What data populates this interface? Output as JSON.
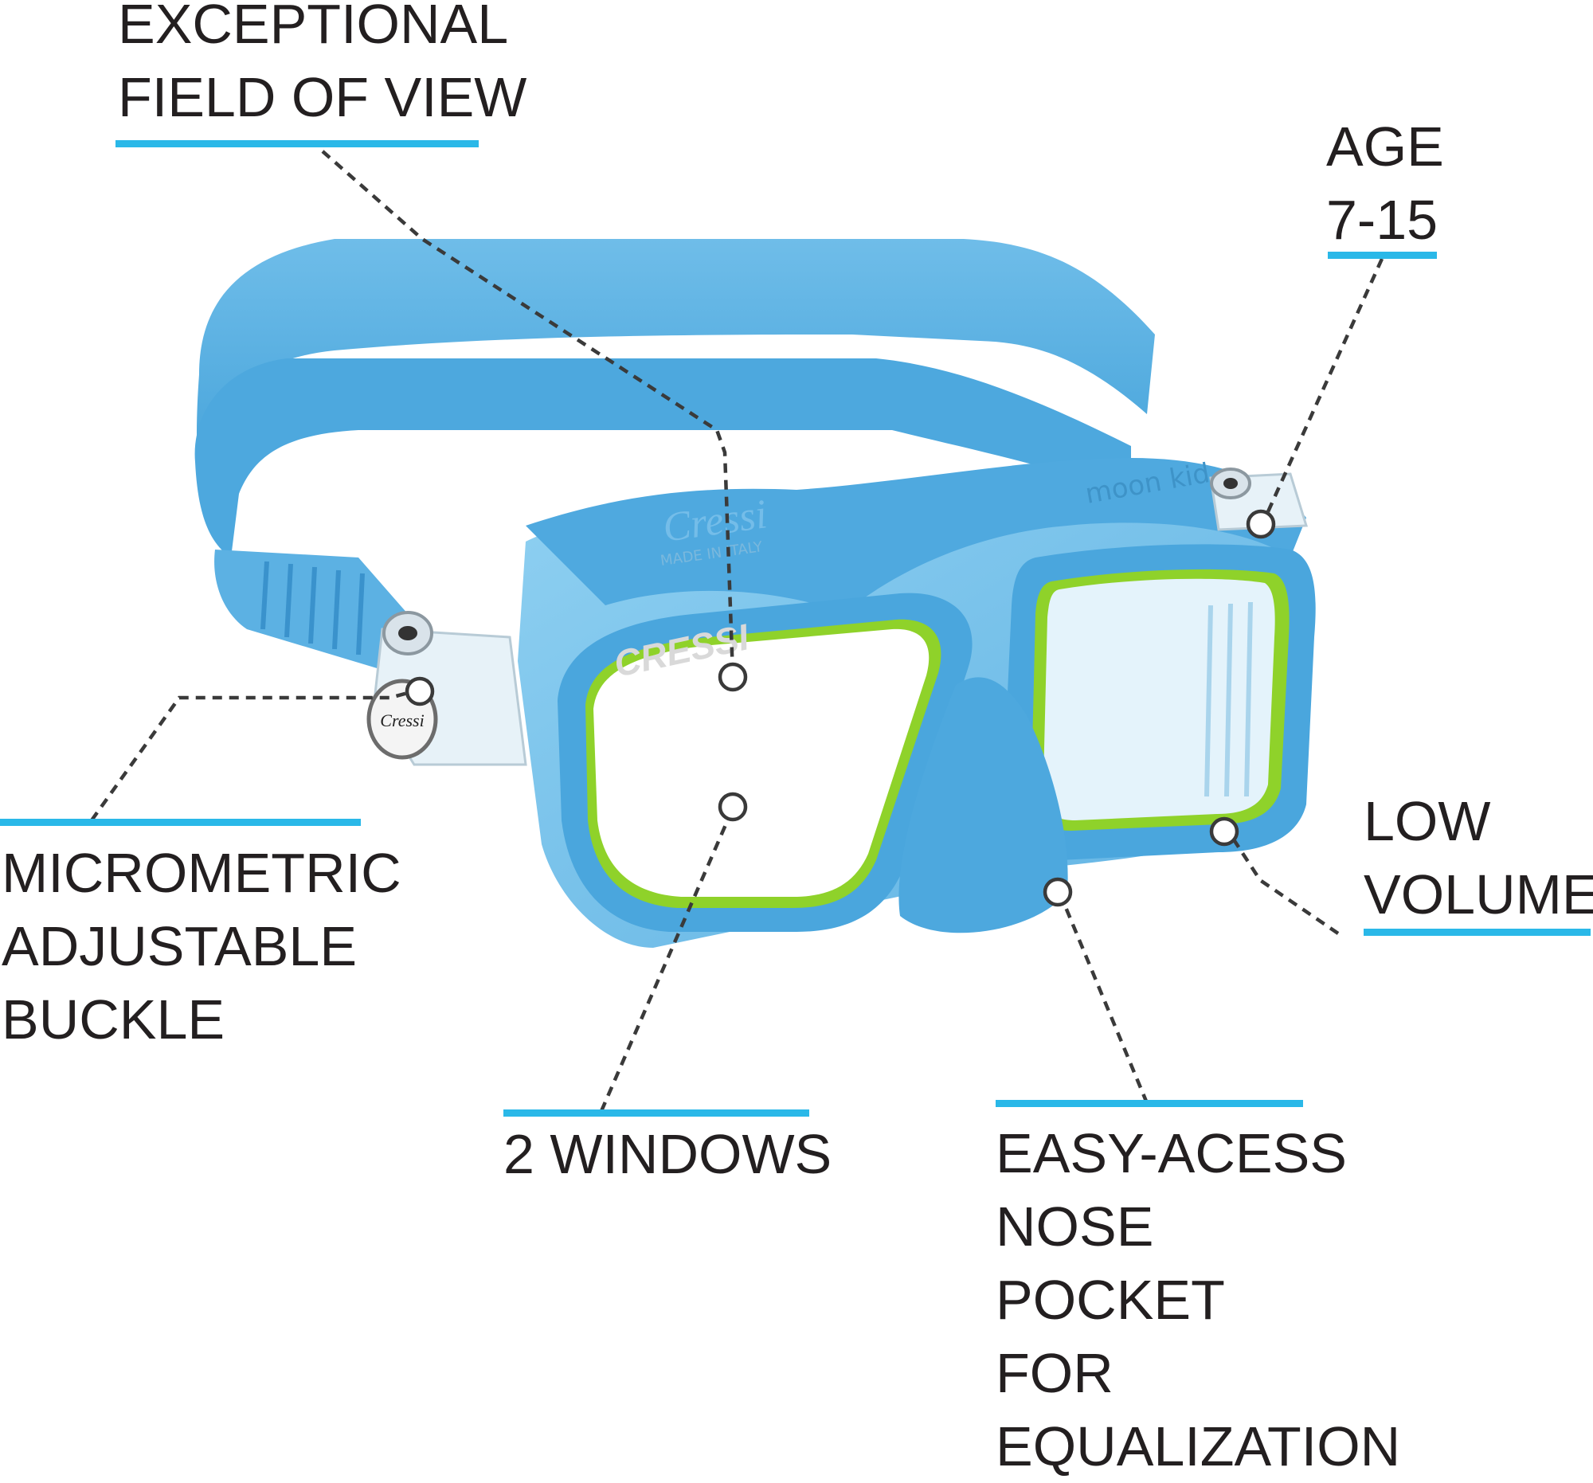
{
  "colors": {
    "accent_line": "#2ab8e8",
    "mask_blue": "#4aa8de",
    "mask_blue_light": "#7cc4ec",
    "mask_blue_dark": "#2f8cc6",
    "lime_trim": "#8fd22a",
    "text": "#231f20",
    "leader": "#3a3a3a"
  },
  "product": {
    "brand_front": "CRESSI",
    "brand_top": "Cressi",
    "made_in": "MADE IN ITALY",
    "model": "moon kid",
    "buckle_logo": "Cressi"
  },
  "callouts": {
    "field_of_view": {
      "lines": [
        "EXCEPTIONAL",
        "FIELD OF VIEW"
      ]
    },
    "age": {
      "lines": [
        "AGE",
        "7-15"
      ]
    },
    "buckle": {
      "lines": [
        "MICROMETRIC",
        "ADJUSTABLE",
        "BUCKLE"
      ]
    },
    "low_volume": {
      "lines": [
        "LOW",
        "VOLUME"
      ]
    },
    "windows": {
      "lines": [
        "2 WINDOWS"
      ]
    },
    "nose_pocket": {
      "lines": [
        "EASY-ACESS",
        "NOSE",
        "POCKET",
        "FOR",
        "EQUALIZATION"
      ]
    }
  }
}
